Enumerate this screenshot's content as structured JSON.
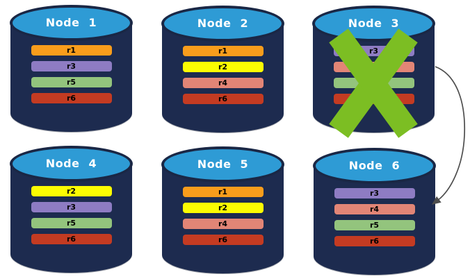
{
  "diagram": {
    "description": "Six replicated database nodes; Node 3 has failed (green X) and an arrow indicates failover of its replicas to Node 6",
    "colors": {
      "cylinder_body": "#1D2B4F",
      "cylinder_top": "#2E9BD5",
      "failure_x": "#7CBE23",
      "arrow": "#4D4D4D"
    },
    "nodes": [
      {
        "id": "node-1",
        "title": "Node 1",
        "failed": false,
        "bars": [
          {
            "label": "r1",
            "color": "#F99D1C"
          },
          {
            "label": "r3",
            "color": "#8E7CC3"
          },
          {
            "label": "r5",
            "color": "#93C47D"
          },
          {
            "label": "r6",
            "color": "#C43B22"
          }
        ]
      },
      {
        "id": "node-2",
        "title": "Node 2",
        "failed": false,
        "bars": [
          {
            "label": "r1",
            "color": "#F99D1C"
          },
          {
            "label": "r2",
            "color": "#FCFC02"
          },
          {
            "label": "r4",
            "color": "#E28576"
          },
          {
            "label": "r6",
            "color": "#C43B22"
          }
        ]
      },
      {
        "id": "node-3",
        "title": "Node 3",
        "failed": true,
        "bars": [
          {
            "label": "r3",
            "color": "#8E7CC3"
          },
          {
            "label": "r4",
            "color": "#E28576"
          },
          {
            "label": "r5",
            "color": "#93C47D"
          },
          {
            "label": "r6",
            "color": "#C43B22"
          }
        ]
      },
      {
        "id": "node-4",
        "title": "Node 4",
        "failed": false,
        "bars": [
          {
            "label": "r2",
            "color": "#FCFC02"
          },
          {
            "label": "r3",
            "color": "#8E7CC3"
          },
          {
            "label": "r5",
            "color": "#93C47D"
          },
          {
            "label": "r6",
            "color": "#C43B22"
          }
        ]
      },
      {
        "id": "node-5",
        "title": "Node 5",
        "failed": false,
        "bars": [
          {
            "label": "r1",
            "color": "#F99D1C"
          },
          {
            "label": "r2",
            "color": "#FCFC02"
          },
          {
            "label": "r4",
            "color": "#E28576"
          },
          {
            "label": "r6",
            "color": "#C43B22"
          }
        ]
      },
      {
        "id": "node-6",
        "title": "Node 6",
        "failed": false,
        "bars": [
          {
            "label": "r3",
            "color": "#8E7CC3"
          },
          {
            "label": "r4",
            "color": "#E28576"
          },
          {
            "label": "r5",
            "color": "#93C47D"
          },
          {
            "label": "r6",
            "color": "#C43B22"
          }
        ]
      }
    ],
    "failure_mark": {
      "on": "Node 3",
      "shape": "X"
    },
    "arrow": {
      "from": "Node 3",
      "to": "Node 6"
    }
  }
}
